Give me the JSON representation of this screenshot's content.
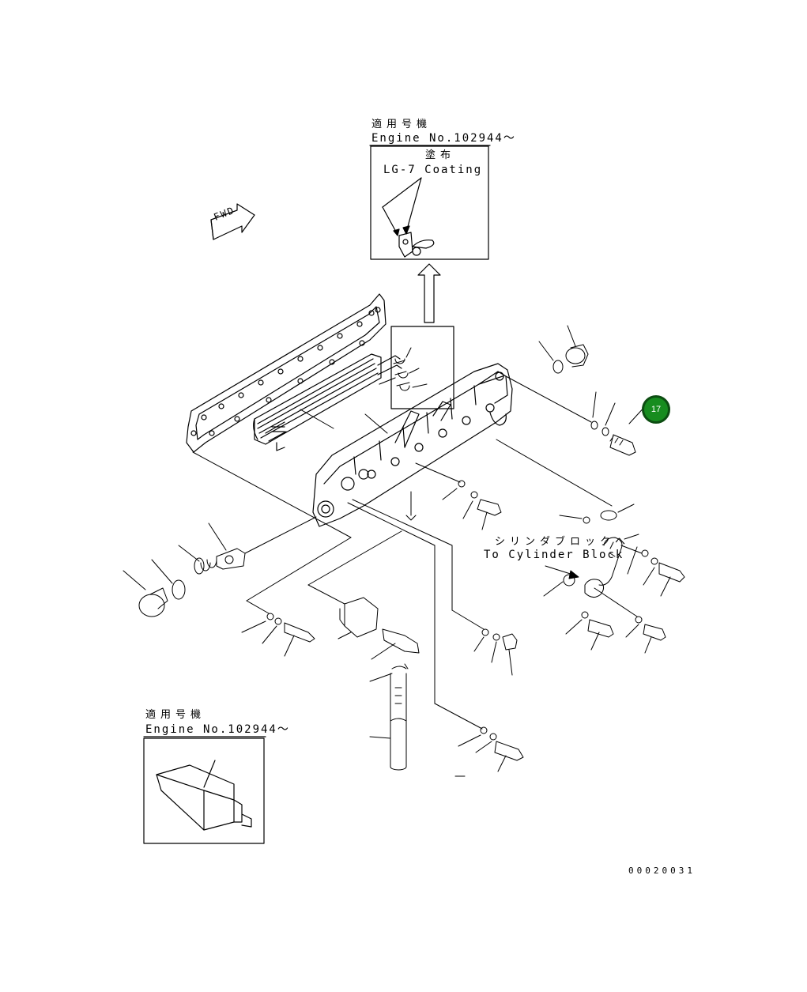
{
  "top_inset": {
    "applicable_jp": "適用号機",
    "engine_no": "Engine No.102944～",
    "coating_jp": "塗布",
    "coating_en": "LG-7 Coating"
  },
  "bottom_inset": {
    "applicable_jp": "適用号機",
    "engine_no": "Engine No.102944～"
  },
  "fwd_label": "FWD",
  "cylinder_label": {
    "jp": "シリンダブロックへ",
    "en": "To Cylinder Block"
  },
  "callout_badge": "17",
  "drawing_number": "00020031",
  "colors": {
    "badge_fill": "#178c1f",
    "line": "#000000"
  }
}
